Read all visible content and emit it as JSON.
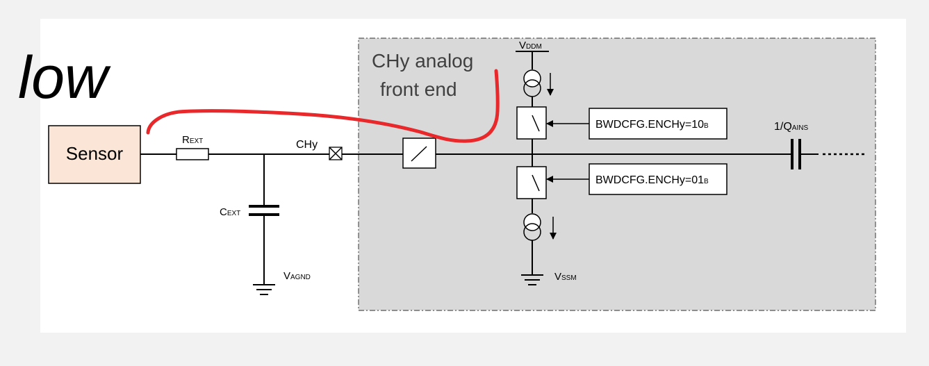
{
  "colors": {
    "page_background": "#f2f2f2",
    "diagram_background": "#ffffff",
    "afe_box_fill": "#d9d9d9",
    "sensor_fill": "#fbe5d6",
    "annotation": "#e8282b"
  },
  "annotation": {
    "handwritten_text": "low"
  },
  "sensor": {
    "label": "Sensor"
  },
  "resistor": {
    "label_main": "R",
    "label_sub": "EXT"
  },
  "capacitor_ext": {
    "label_main": "C",
    "label_sub": "EXT"
  },
  "agnd": {
    "label_main": "V",
    "label_sub": "AGND"
  },
  "pin": {
    "label": "CHy"
  },
  "afe": {
    "title_line1": "CHy analog",
    "title_line2": "front end"
  },
  "vddm": {
    "label_main": "V",
    "label_sub": "DDM"
  },
  "vssm": {
    "label_main": "V",
    "label_sub": "SSM"
  },
  "config_top": {
    "label_main": "BWDCFG.ENCHy=10",
    "label_sub": "B"
  },
  "config_bottom": {
    "label_main": "BWDCFG.ENCHy=01",
    "label_sub": "B"
  },
  "sampling_cap": {
    "label_main": "1/Q",
    "label_sub": "AINS"
  }
}
